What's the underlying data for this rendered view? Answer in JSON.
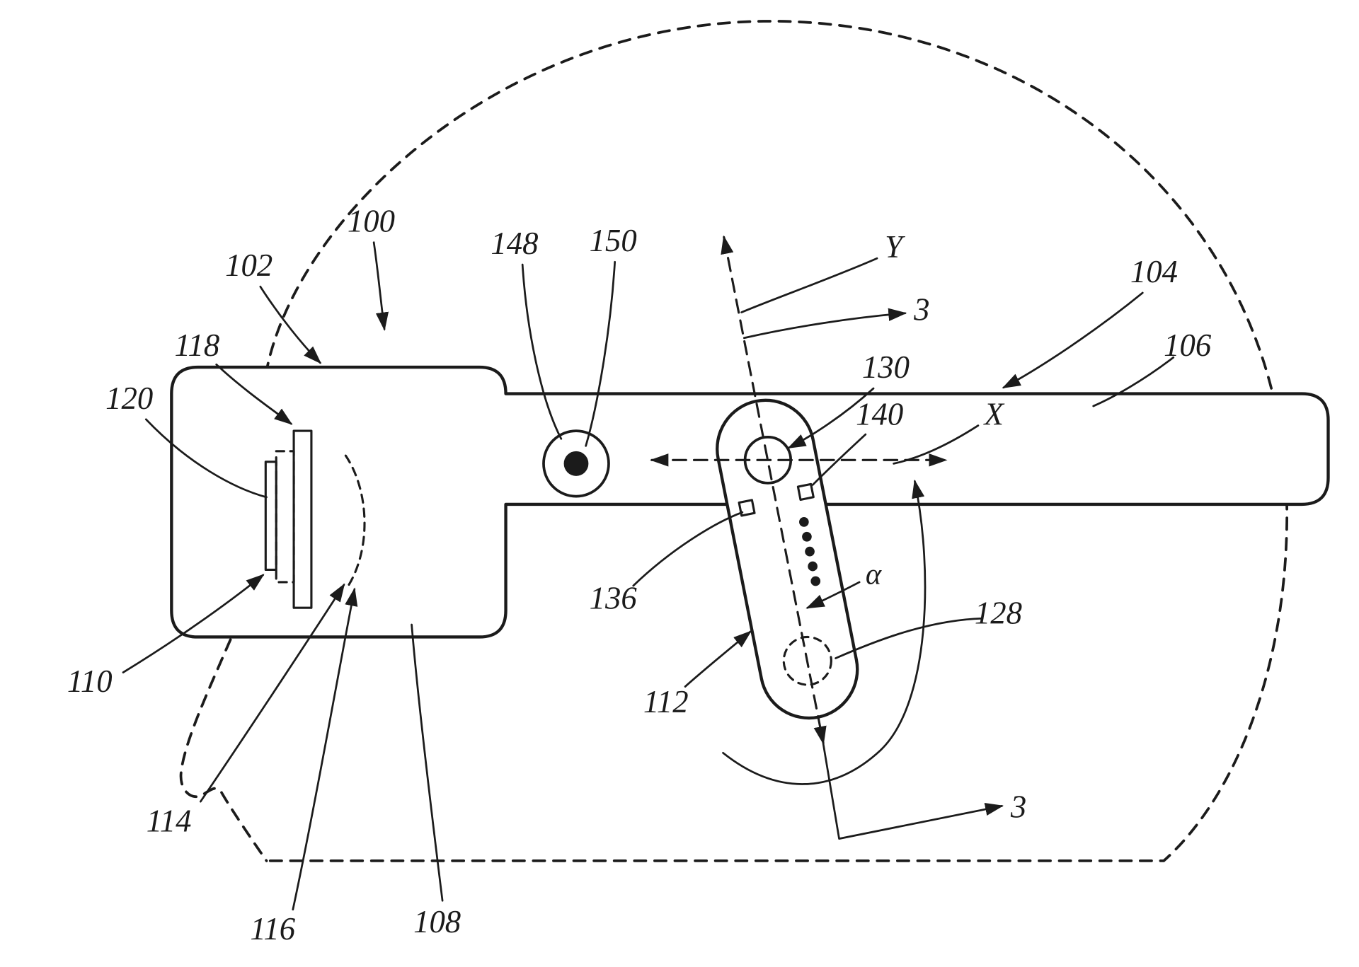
{
  "figure": {
    "kind": "patent-line-drawing",
    "colors": {
      "background": "#ffffff",
      "ink": "#1b1b1b"
    },
    "labels": {
      "n100": "100",
      "n102": "102",
      "n104": "104",
      "n106": "106",
      "n108": "108",
      "n110": "110",
      "n112": "112",
      "n114": "114",
      "n116": "116",
      "n118": "118",
      "n120": "120",
      "n128": "128",
      "n130": "130",
      "n136": "136",
      "n140": "140",
      "n148": "148",
      "n150": "150",
      "x_axis": "X",
      "y_axis": "Y",
      "alpha": "α",
      "section_top": "3",
      "section_bottom": "3"
    }
  }
}
